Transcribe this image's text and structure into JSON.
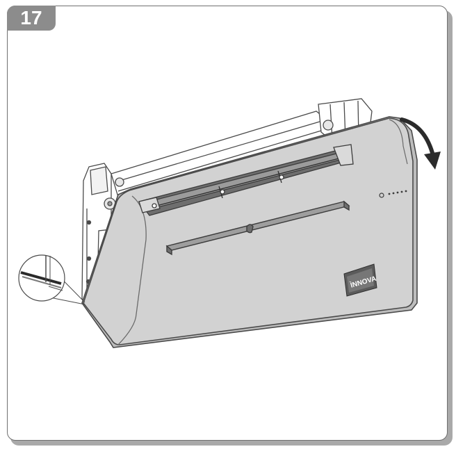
{
  "step": {
    "number": "17"
  },
  "brand": {
    "logo_text": "INNOVA",
    "logo_display": "ÌNNOVA"
  },
  "colors": {
    "badge_bg": "#8c8c8c",
    "unit_body": "#d2d2d2",
    "unit_side": "#bdbdbd",
    "outline": "#4a4a4a",
    "arrow": "#2b2b2b",
    "panel_border": "#6f6f6f"
  },
  "icons": [
    "rotate-arrow-icon",
    "magnifier-detail-icon",
    "brand-logo-icon"
  ]
}
